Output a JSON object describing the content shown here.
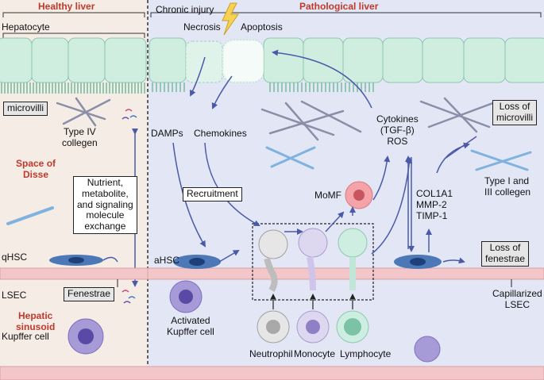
{
  "panels": {
    "healthy_title": "Healthy liver",
    "pathological_title": "Pathological liver"
  },
  "labels": {
    "hepatocyte": "Hepatocyte",
    "microvilli": "microvilli",
    "type_iv_collagen": "Type IV\ncollegen",
    "space_of_disse": "Space of\nDisse",
    "exchange": "Nutrient,\nmetabolite,\nand signaling\nmolecule\nexchange",
    "qhsc": "qHSC",
    "lsec": "LSEC",
    "fenestrae": "Fenestrae",
    "hepatic_sinusoid": "Hepatic\nsinusoid",
    "kupffer_cell": "Kupffer cell",
    "chronic_injury": "Chronic injury",
    "necrosis": "Necrosis",
    "apoptosis": "Apoptosis",
    "damps": "DAMPs",
    "chemokines": "Chemokines",
    "cytokines": "Cytokines\n(TGF-β)\nROS",
    "loss_of_microvilli": "Loss of\nmicrovilli",
    "recruitment": "Recruitment",
    "momf": "MoMF",
    "type_i_iii_collagen": "Type I and\nIII collegen",
    "col1a1": "COL1A1\nMMP-2\nTIMP-1",
    "ahsc": "aHSC",
    "loss_of_fenestrae": "Loss of\nfenestrae",
    "activated_kupffer": "Activated\nKupffer cell",
    "capillarized_lsec": "Capillarized\nLSEC",
    "neutrophil": "Neutrophil",
    "monocyte": "Monocyte",
    "lymphocyte": "Lymphocyte"
  },
  "colors": {
    "healthy_bg": "#f5ece6",
    "pathological_bg": "#e3e7f5",
    "accent_red": "#c0392b",
    "hepatocyte": "#cfeee0",
    "endothelium": "#f3c7c9",
    "arrow": "#4a5aa8",
    "hsc": "#4d78b8",
    "kupffer": "#a69bd6",
    "momf": "#f4a3a8"
  }
}
